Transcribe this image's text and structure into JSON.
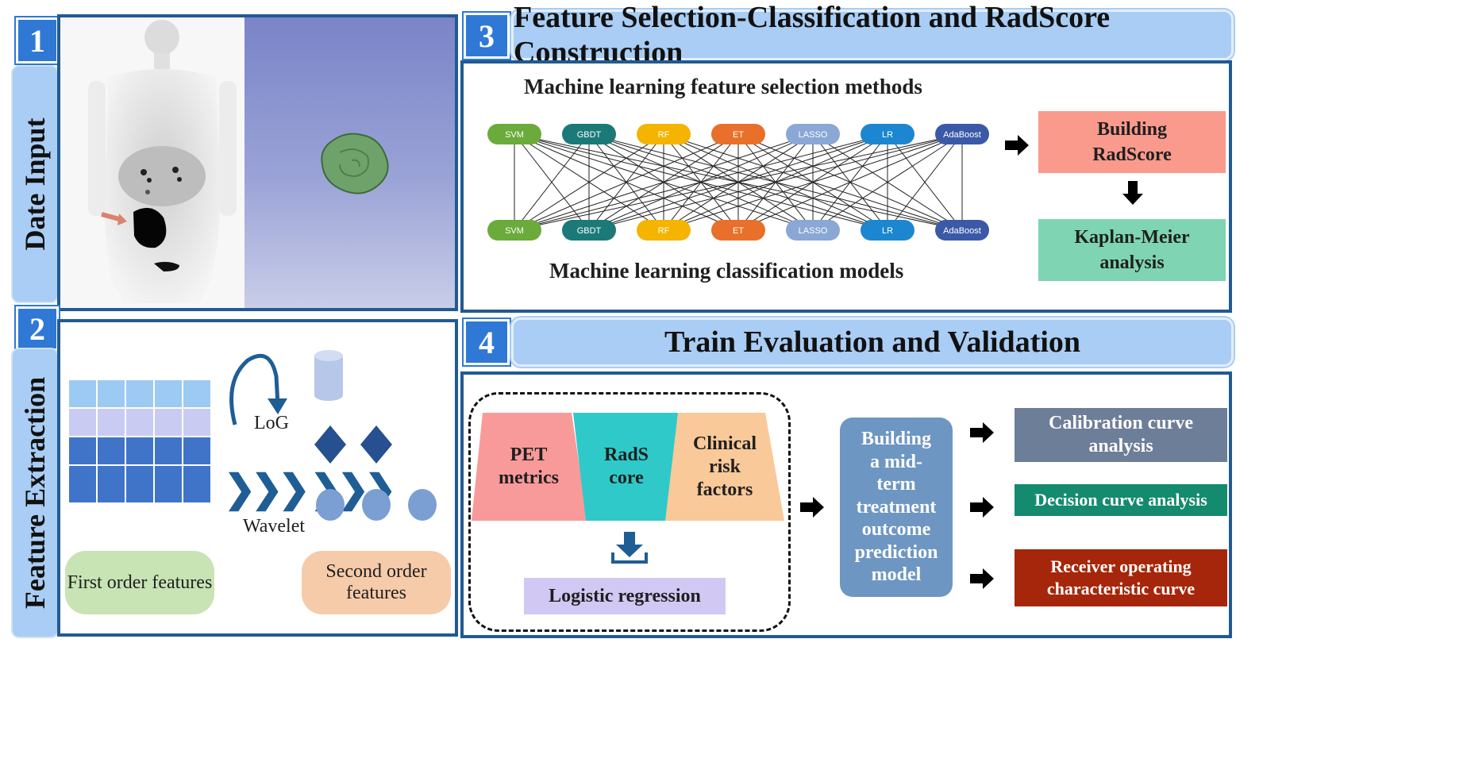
{
  "panels": {
    "p1": {
      "number": "1",
      "side_label": "Date Input"
    },
    "p2": {
      "number": "2",
      "side_label": "Feature Extraction",
      "log_label": "LoG",
      "wavelet_label": "Wavelet",
      "first_order": "First order features",
      "second_order": "Second order features"
    },
    "p3": {
      "number": "3",
      "title": "Feature Selection-Classification and RadScore Construction",
      "selection_title": "Machine learning feature selection methods",
      "classification_title": "Machine learning classification models",
      "methods": [
        "SVM",
        "GBDT",
        "RF",
        "ET",
        "LASSO",
        "LR",
        "AdaBoost"
      ],
      "method_colors": [
        "#6aab3b",
        "#1b7a78",
        "#f4b400",
        "#e8702a",
        "#8aa7d6",
        "#1c87d0",
        "#3a5aa8"
      ],
      "radscore": "Building RadScore",
      "km": "Kaplan-Meier analysis"
    },
    "p4": {
      "number": "4",
      "title": "Train Evaluation and Validation",
      "pet": "PET metrics",
      "rads": "RadS core",
      "clinical": "Clinical risk factors",
      "logistic": "Logistic regression",
      "model": "Building a mid-term treatment outcome prediction model",
      "calibration": "Calibration curve analysis",
      "decision": "Decision curve analysis",
      "roc": "Receiver operating characteristic curve"
    }
  },
  "colors": {
    "accent_blue": "#2f78d6",
    "border_blue": "#215a92",
    "tab_blue": "#a9cdf4"
  }
}
